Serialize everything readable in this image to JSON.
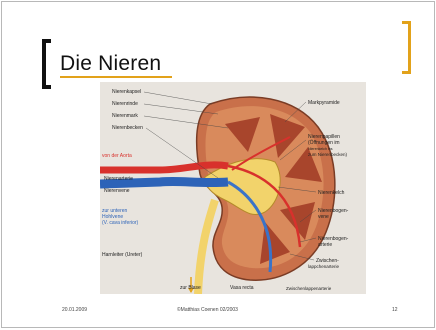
{
  "slide": {
    "title": "Die Nieren",
    "footer": {
      "date": "20.01.2009",
      "author": "©Matthias Coenen 02/2003",
      "page": "12"
    }
  },
  "figure": {
    "labels_left": [
      "Nierenkapsel",
      "Nierenrinde",
      "Nierenmark",
      "Nierenbecken",
      "von der Aorta",
      "Nierenarterie",
      "Nierenvene",
      "zur unteren",
      "Hohlvene",
      "(V. cava inferior)",
      "Harnleiter (Ureter)"
    ],
    "labels_right": [
      "Markpyramide",
      "Nierenpapillen",
      "(Öffnungen im",
      "Nierenkelch ins",
      "zum Nierenbecken)",
      "Nierenkelch",
      "Nierenbogen-",
      "vene",
      "Nierenbogen-",
      "arterie",
      "Zwischen-",
      "lappchenarterie",
      "Zwischenlappenarterie"
    ],
    "labels_bottom": [
      "zur Blase",
      "Vasa recta"
    ]
  }
}
